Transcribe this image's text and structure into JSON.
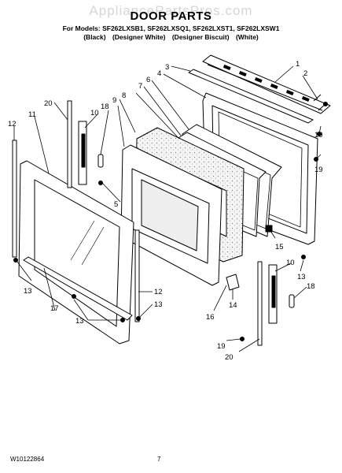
{
  "watermark": "AppliancePartsPros.com",
  "title": "DOOR PARTS",
  "models_line": "For Models: SF262LXSB1, SF262LXSQ1, SF262LXST1, SF262LXSW1",
  "colors": [
    "(Black)",
    "(Designer White)",
    "(Designer Biscuit)",
    "(White)"
  ],
  "callouts": {
    "c1": "1",
    "c2": "2",
    "c3": "3",
    "c4": "4",
    "c5": "5",
    "c6": "6",
    "c7": "7",
    "c8": "8",
    "c9": "9",
    "c10a": "10",
    "c10b": "10",
    "c11": "11",
    "c12a": "12",
    "c12b": "12",
    "c13a": "13",
    "c13b": "13",
    "c13c": "13",
    "c13d": "13",
    "c14": "14",
    "c15": "15",
    "c16": "16",
    "c17": "17",
    "c18a": "18",
    "c18b": "18",
    "c19a": "19",
    "c19b": "19",
    "c19c": "19",
    "c20a": "20",
    "c20b": "20"
  },
  "doc_number": "W10122864",
  "page_number": "7"
}
